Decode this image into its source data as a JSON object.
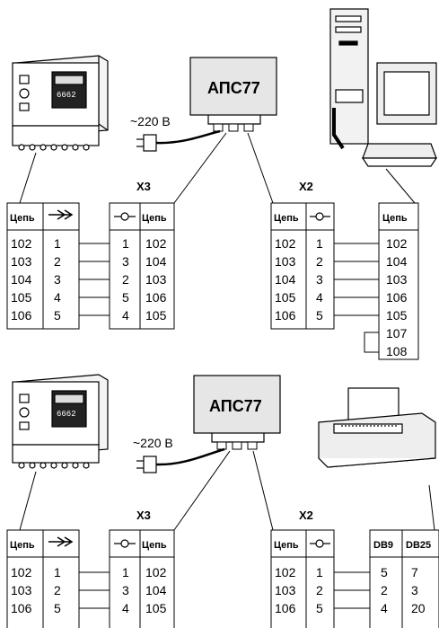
{
  "top": {
    "aps_label": "АПС77",
    "voltage": "~220 В",
    "x3_label": "X3",
    "x2_label": "X2",
    "controller_table": {
      "header_circuit": "Цепь",
      "rows": [
        [
          "102",
          "1"
        ],
        [
          "103",
          "2"
        ],
        [
          "104",
          "3"
        ],
        [
          "105",
          "4"
        ],
        [
          "106",
          "5"
        ]
      ]
    },
    "x3_table": {
      "header_circuit": "Цепь",
      "rows": [
        [
          "1",
          "102"
        ],
        [
          "3",
          "104"
        ],
        [
          "2",
          "103"
        ],
        [
          "5",
          "106"
        ],
        [
          "4",
          "105"
        ]
      ]
    },
    "x2_table": {
      "header_circuit": "Цепь",
      "rows": [
        [
          "102",
          "1"
        ],
        [
          "103",
          "2"
        ],
        [
          "104",
          "3"
        ],
        [
          "105",
          "4"
        ],
        [
          "106",
          "5"
        ]
      ]
    },
    "pc_table": {
      "header_circuit": "Цепь",
      "rows": [
        "102",
        "104",
        "103",
        "106",
        "105",
        "107",
        "108"
      ]
    }
  },
  "bottom": {
    "aps_label": "АПС77",
    "voltage": "~220 В",
    "x3_label": "X3",
    "x2_label": "X2",
    "controller_table": {
      "header_circuit": "Цепь",
      "rows": [
        [
          "102",
          "1"
        ],
        [
          "103",
          "2"
        ],
        [
          "106",
          "5"
        ]
      ]
    },
    "x3_table": {
      "header_circuit": "Цепь",
      "rows": [
        [
          "1",
          "102"
        ],
        [
          "3",
          "104"
        ],
        [
          "4",
          "105"
        ]
      ]
    },
    "x2_table": {
      "header_circuit": "Цепь",
      "rows": [
        [
          "102",
          "1"
        ],
        [
          "103",
          "2"
        ],
        [
          "106",
          "5"
        ]
      ]
    },
    "printer_table": {
      "header_db9": "DB9",
      "header_db25": "DB25",
      "rows": [
        [
          "5",
          "7"
        ],
        [
          "2",
          "3"
        ],
        [
          "4",
          "20"
        ]
      ]
    }
  },
  "icons": [
    "controller-device-icon",
    "aps77-box-icon",
    "power-plug-icon",
    "computer-icon",
    "printer-icon",
    "terminal-symbol-icon",
    "arrow-connector-icon"
  ]
}
